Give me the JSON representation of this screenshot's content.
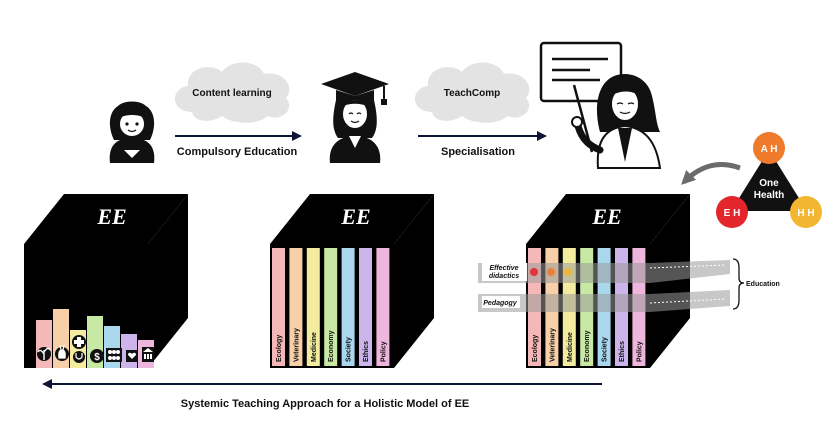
{
  "clouds": {
    "content": "Content learning",
    "teachcomp": "TeachComp"
  },
  "arrows": {
    "compulsory": "Compulsory Education",
    "specialisation": "Specialisation",
    "bottom": "Systemic Teaching Approach for a Holistic Model of EE"
  },
  "cubes": {
    "label": "EE",
    "disciplines": [
      "Ecology",
      "Veterinary",
      "Medicine",
      "Economy",
      "Society",
      "Ethics",
      "Policy"
    ],
    "colors": [
      "#f4b8b8",
      "#f7cfa8",
      "#f3ec9e",
      "#c7e9a4",
      "#a9d8ee",
      "#cbb5ea",
      "#eeb6dc"
    ]
  },
  "layers": {
    "effective_didactics": "Effective didactics",
    "pedagogy": "Pedagogy",
    "education": "Education"
  },
  "one_health": {
    "center": "One Health",
    "ah": "A H",
    "eh": "E H",
    "hh": "H H",
    "colors": {
      "ah": "#ee7a2c",
      "eh": "#e2262b",
      "hh": "#f2b630",
      "center": "#111111"
    }
  },
  "icons": [
    "child-icon",
    "graduate-icon",
    "teacher-icon",
    "plant-icon",
    "rabbit-icon",
    "medical-cross-icon",
    "stethoscope-icon",
    "dollar-icon",
    "people-icon",
    "heart-hands-icon",
    "government-icon"
  ]
}
